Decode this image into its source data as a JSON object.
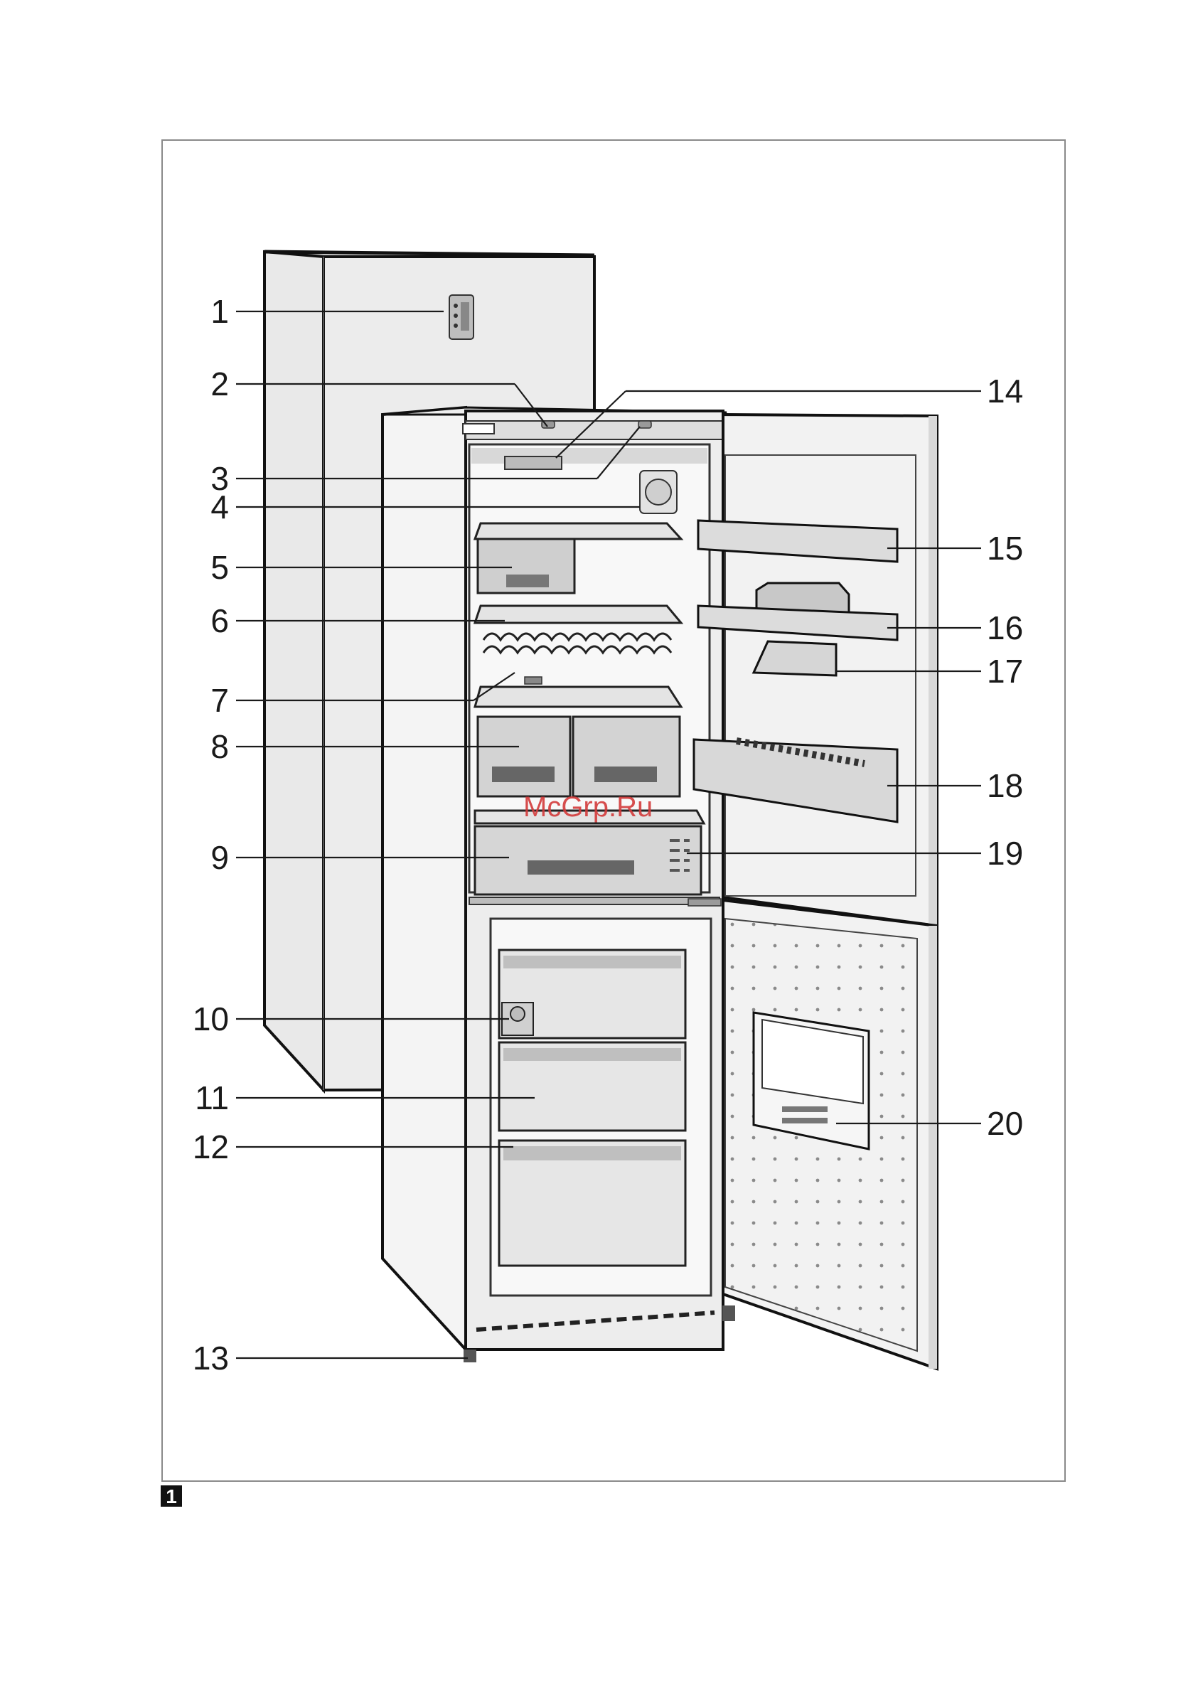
{
  "figure_number": "1",
  "watermark": "McGrp.Ru",
  "callouts": [
    {
      "number": "1"
    },
    {
      "number": "2"
    },
    {
      "number": "3"
    },
    {
      "number": "4"
    },
    {
      "number": "5"
    },
    {
      "number": "6"
    },
    {
      "number": "7"
    },
    {
      "number": "8"
    },
    {
      "number": "9"
    },
    {
      "number": "10"
    },
    {
      "number": "11"
    },
    {
      "number": "12"
    },
    {
      "number": "13"
    },
    {
      "number": "14"
    },
    {
      "number": "15"
    },
    {
      "number": "16"
    },
    {
      "number": "17"
    },
    {
      "number": "18"
    },
    {
      "number": "19"
    },
    {
      "number": "20"
    }
  ]
}
